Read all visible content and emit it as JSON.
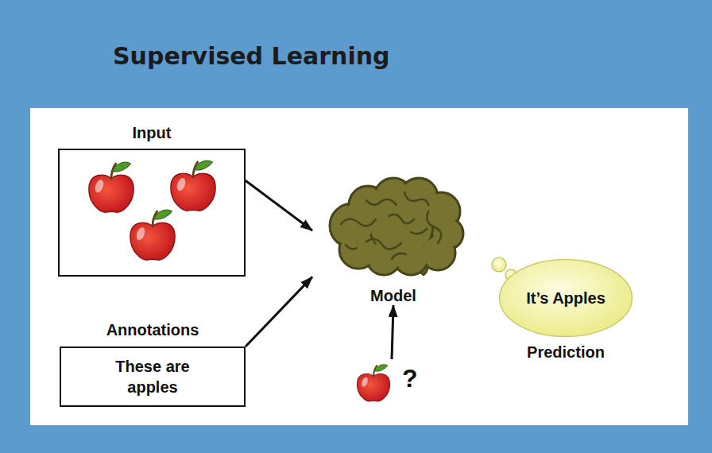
{
  "diagram": {
    "title": "Supervised Learning",
    "nodes": [
      {
        "text": [
          "Input"
        ]
      },
      {
        "text": [
          "Annotations",
          "These are apples"
        ]
      },
      {
        "text": [
          "Model"
        ]
      },
      {
        "text": [
          "?"
        ]
      },
      {
        "text": [
          "It’s Apples",
          "Prediction"
        ]
      }
    ],
    "edges": [
      {
        "from": 0,
        "to": 2,
        "arrow": "to"
      },
      {
        "from": 1,
        "to": 2,
        "arrow": "to"
      },
      {
        "from": 3,
        "to": 2,
        "arrow": "to"
      }
    ]
  }
}
